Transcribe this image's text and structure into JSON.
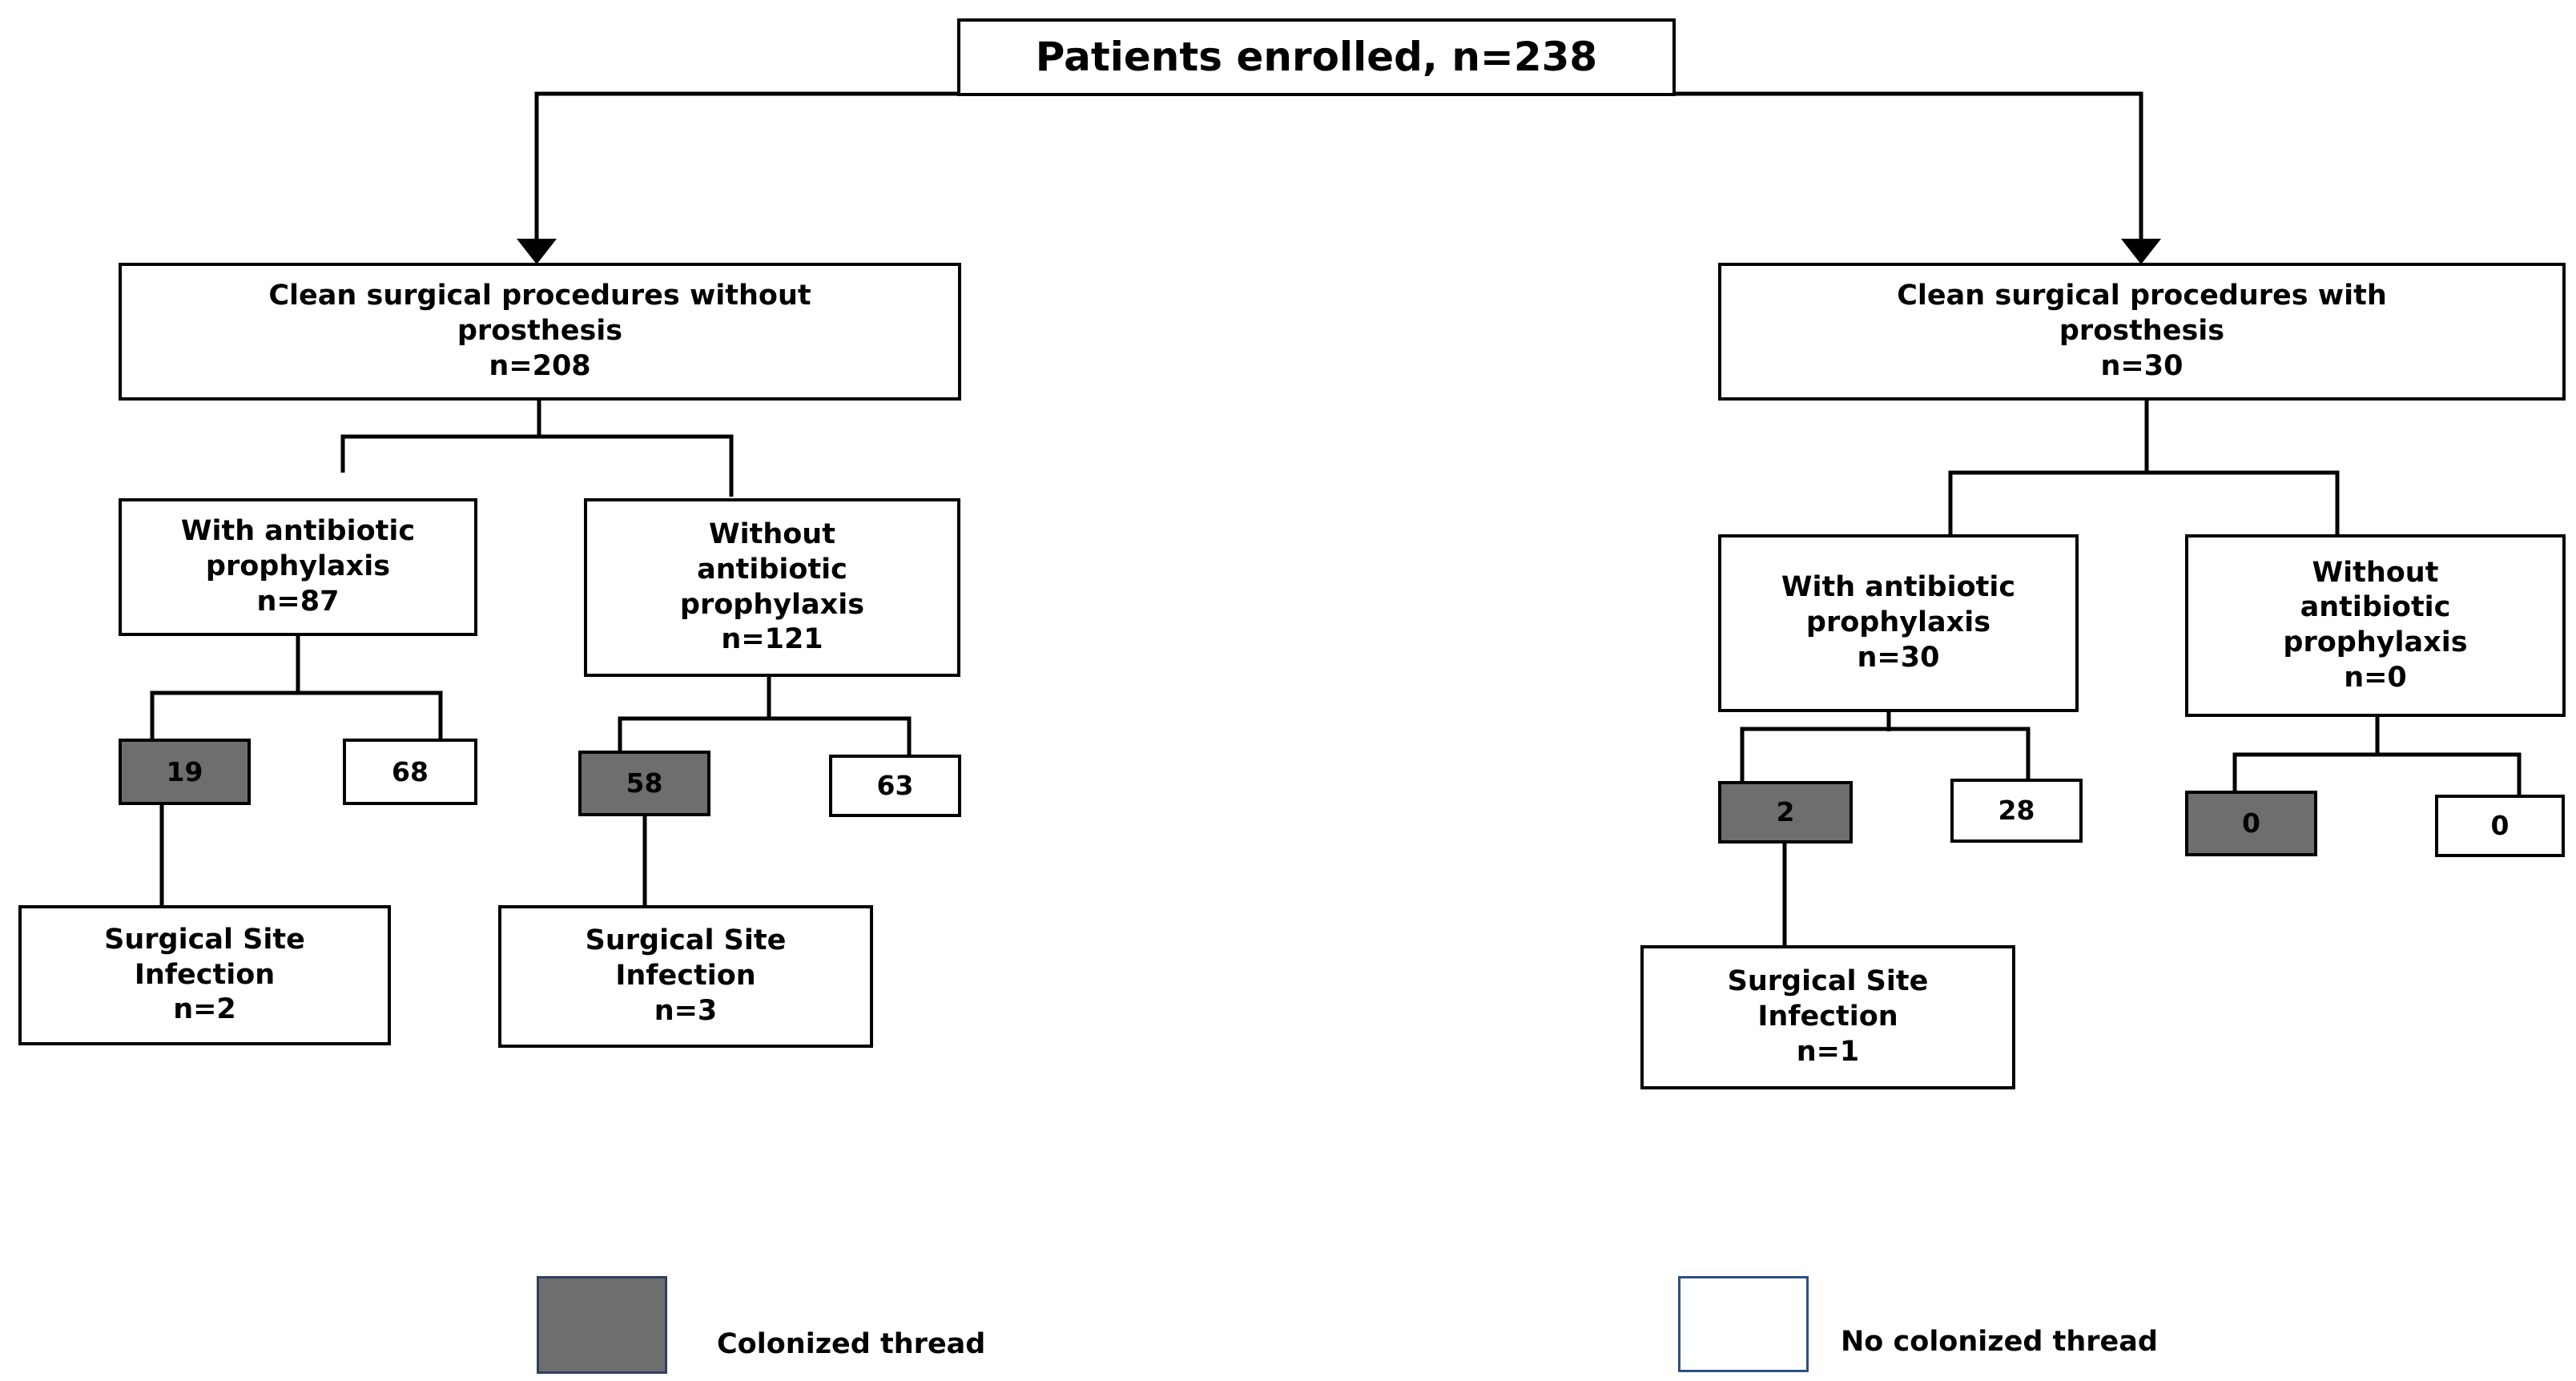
{
  "root": {
    "label": "Patients enrolled, n=238"
  },
  "groups": [
    {
      "title_line1": "Clean surgical procedures without",
      "title_line2": "prosthesis",
      "count": "n=208",
      "with": {
        "line1": "With antibiotic",
        "line2": "prophylaxis",
        "count": "n=87",
        "colonized": "19",
        "not_colonized": "68",
        "ssi_line1": "Surgical Site",
        "ssi_line2": "Infection",
        "ssi_count": "n=2"
      },
      "without": {
        "line1": "Without",
        "line2": "antibiotic",
        "line3": "prophylaxis",
        "count": "n=121",
        "colonized": "58",
        "not_colonized": "63",
        "ssi_line1": "Surgical Site",
        "ssi_line2": "Infection",
        "ssi_count": "n=3"
      }
    },
    {
      "title_line1": "Clean surgical procedures with",
      "title_line2": "prosthesis",
      "count": "n=30",
      "with": {
        "line1": "With antibiotic",
        "line2": "prophylaxis",
        "count": "n=30",
        "colonized": "2",
        "not_colonized": "28",
        "ssi_line1": "Surgical Site",
        "ssi_line2": "Infection",
        "ssi_count": "n=1"
      },
      "without": {
        "line1": "Without",
        "line2": "antibiotic",
        "line3": "prophylaxis",
        "count": "n=0",
        "colonized": "0",
        "not_colonized": "0"
      }
    }
  ],
  "legend": {
    "colonized": "Colonized thread",
    "not_colonized": "No colonized thread"
  },
  "colors": {
    "colonized_fill": "#6e6e6e",
    "not_colonized_fill": "#ffffff",
    "line": "#000000",
    "legend_empty_border": "#2f4f7f"
  }
}
